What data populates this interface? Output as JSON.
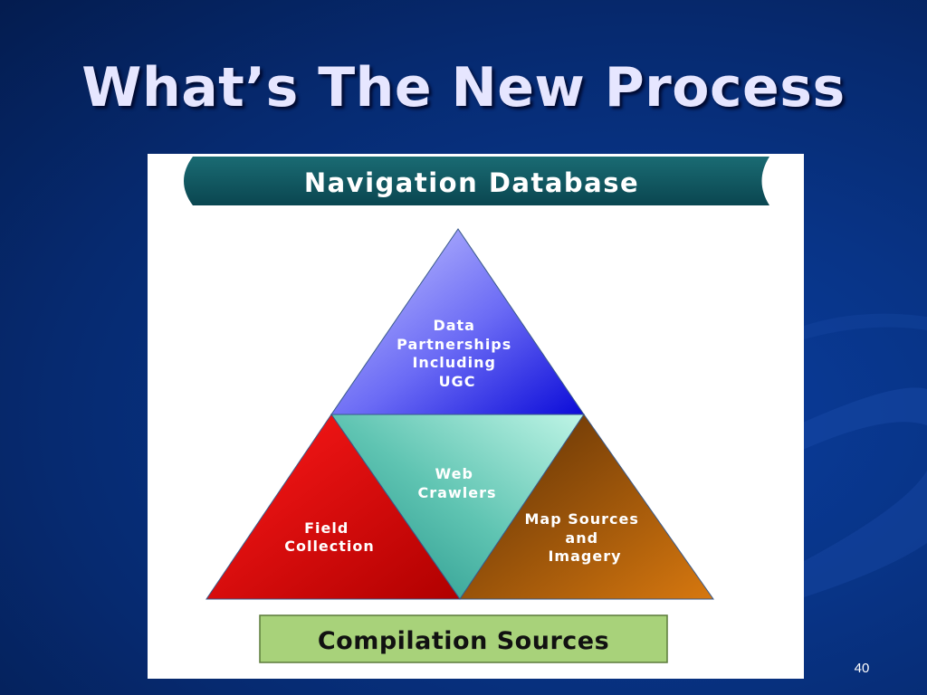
{
  "slide": {
    "title": "What’s The New Process",
    "page_number": "40"
  },
  "diagram": {
    "header": "Navigation Database",
    "footer": "Compilation Sources",
    "triangles": {
      "top": [
        "Data",
        "Partnerships",
        "Including",
        "UGC"
      ],
      "middle": [
        "Web",
        "Crawlers"
      ],
      "left": [
        "Field",
        "Collection"
      ],
      "right": [
        "Map Sources",
        "and",
        "Imagery"
      ]
    },
    "colors": {
      "banner": "#0d5560",
      "top": "#3a3af2",
      "middle": "#4db8a8",
      "left": "#d40f0f",
      "right": "#9c5510",
      "footer": "#a8d27a"
    }
  }
}
